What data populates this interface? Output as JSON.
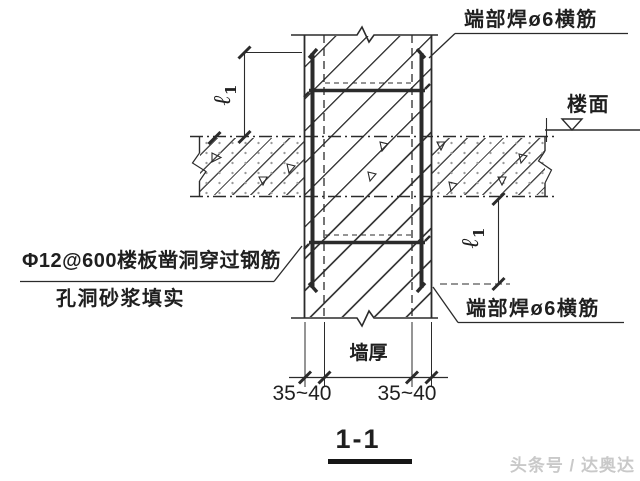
{
  "drawing": {
    "section_title": "1-1",
    "watermark": "头条号 / 达奥达",
    "callouts": {
      "top_right": "端部焊ø6横筋",
      "bottom_right": "端部焊ø6横筋",
      "left_line1": "Φ12@600楼板凿洞穿过钢筋",
      "left_line2": "孔洞砂浆填实"
    },
    "annotations": {
      "floor_level": "楼面",
      "wall_thickness": "墙厚",
      "layer_left": "35~40",
      "layer_right": "35~40",
      "bar_length_symbol": "ℓ",
      "bar_length_sub": "1"
    },
    "colors": {
      "line": "#2b2b2b",
      "watermark": "#c9c9c9",
      "background": "#ffffff"
    }
  }
}
